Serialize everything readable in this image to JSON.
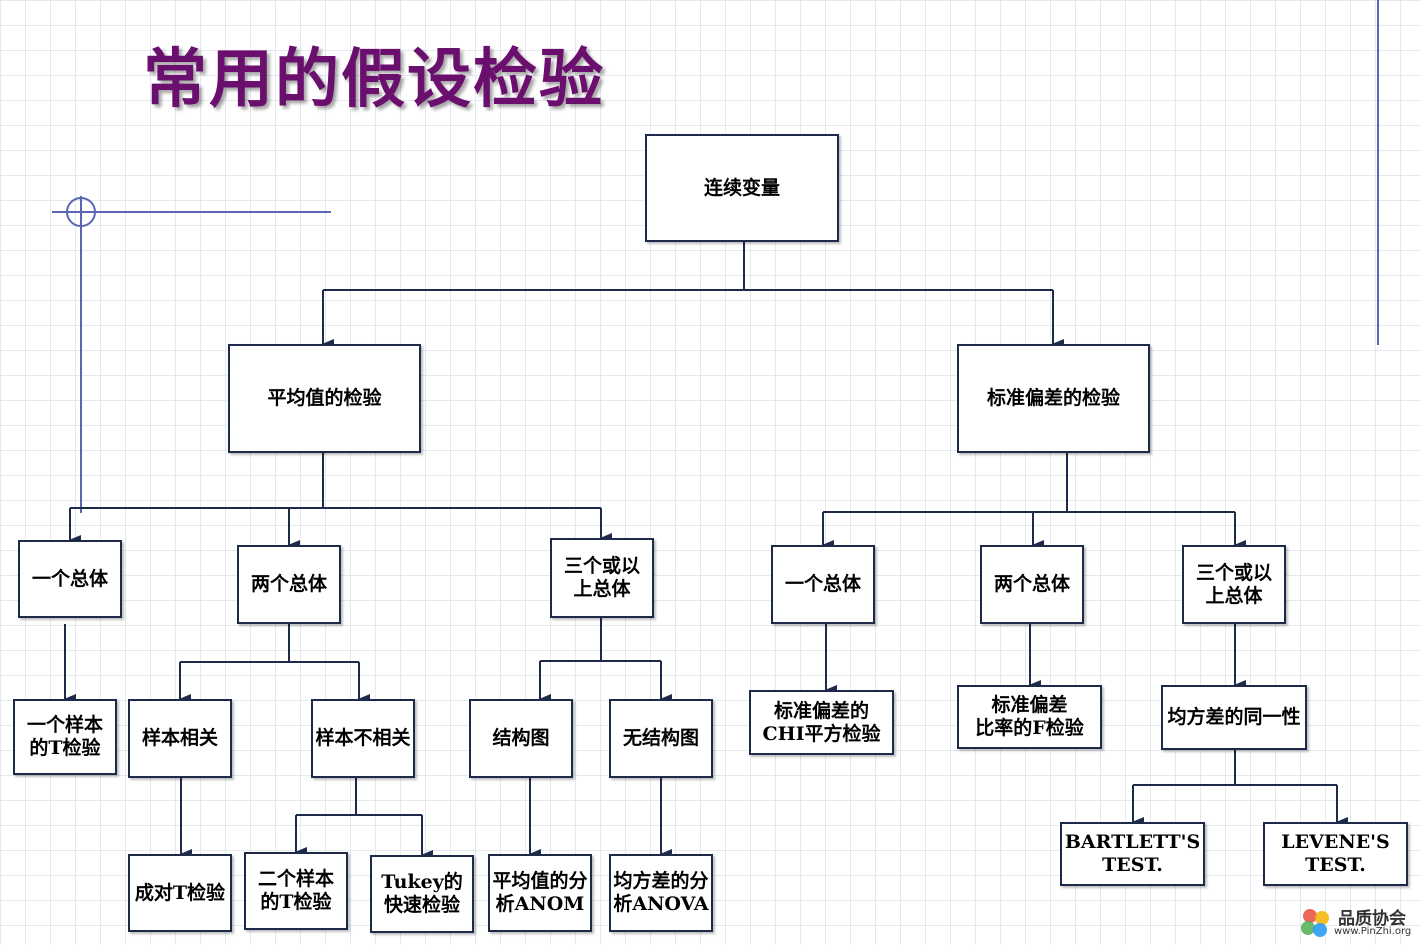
{
  "title": "常用的假设检验",
  "watermark": {
    "brand": "品质协会",
    "url": "www.PinZhi.org"
  },
  "colors": {
    "title": "#6b0f6e",
    "box_border": "#1e2a4a",
    "connector": "#1e2a4a",
    "decor_line": "#5a66b5"
  },
  "nodes": {
    "root": "连续变量",
    "mean_test": "平均值的检验",
    "std_test": "标准偏差的检验",
    "mean_one_pop": "一个总体",
    "mean_two_pop": "两个总体",
    "mean_three_pop": "三个或以\n上总体",
    "one_sample_t": "一个样本\n的T检验",
    "paired": "样本相关",
    "unpaired": "样本不相关",
    "paired_t": "成对T检验",
    "two_sample_t": "二个样本\n的T检验",
    "tukey": "Tukey的\n快速检验",
    "structured": "结构图",
    "unstructured": "无结构图",
    "anom": "平均值的分\n析ANOM",
    "anova": "均方差的分\n析ANOVA",
    "std_one_pop": "一个总体",
    "std_two_pop": "两个总体",
    "std_three_pop": "三个或以\n上总体",
    "chi_square": "标准偏差的\nCHI平方检验",
    "f_test": "标准偏差\n比率的F检验",
    "homogeneity": "均方差的同一性",
    "bartlett": "BARTLETT'S\nTEST.",
    "levene": "LEVENE'S\nTEST."
  }
}
